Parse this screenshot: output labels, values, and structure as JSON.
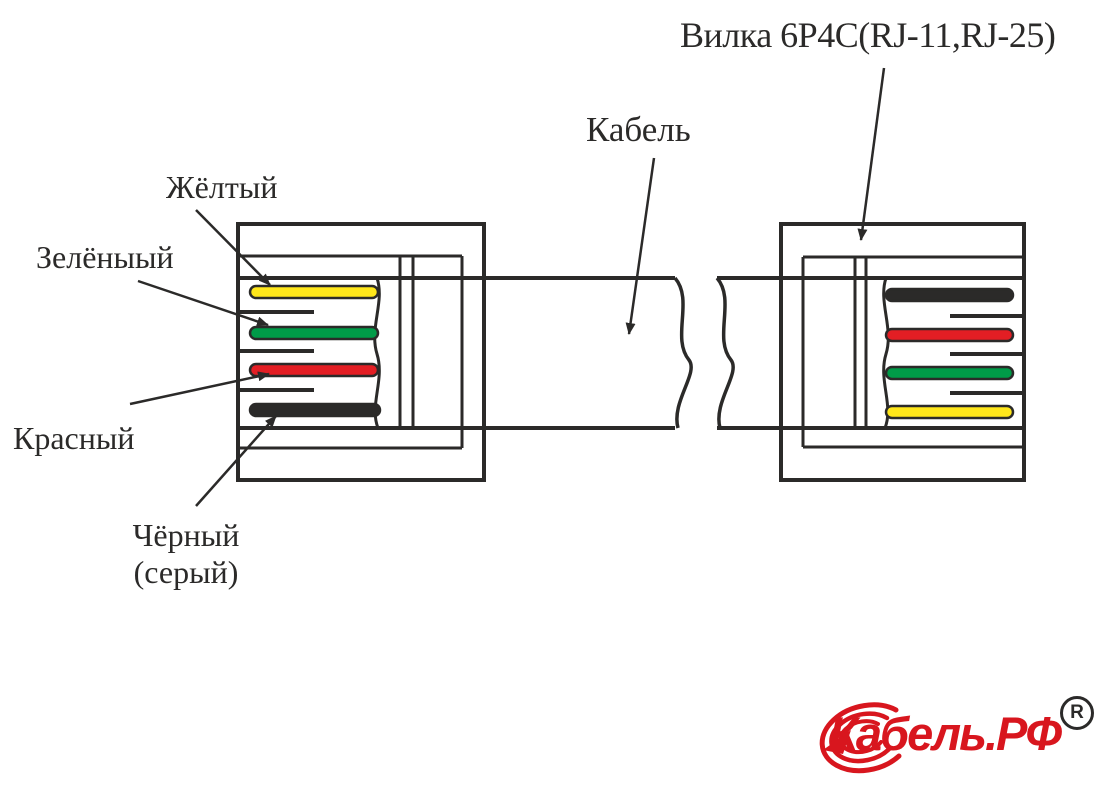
{
  "title": "Вилка 6P4C(RJ-11,RJ-25)",
  "labels": {
    "cable": "Кабель",
    "yellow": "Жёлтый",
    "green": "Зелёныый",
    "red": "Красный",
    "black_line1": "Чёрный",
    "black_line2": "(серый)"
  },
  "colors": {
    "line": "#2b2a29",
    "yellow": "#ffe71a",
    "green": "#009b48",
    "red": "#e31e24",
    "black": "#2b2a29",
    "logo_red": "#d8161e"
  },
  "connectors": {
    "left": {
      "wires_top_to_bottom": [
        "yellow",
        "green",
        "red",
        "black"
      ]
    },
    "right": {
      "wires_top_to_bottom": [
        "black",
        "red",
        "green",
        "yellow"
      ]
    }
  },
  "logo": {
    "text": "Кабель.РФ",
    "registered": "R"
  }
}
